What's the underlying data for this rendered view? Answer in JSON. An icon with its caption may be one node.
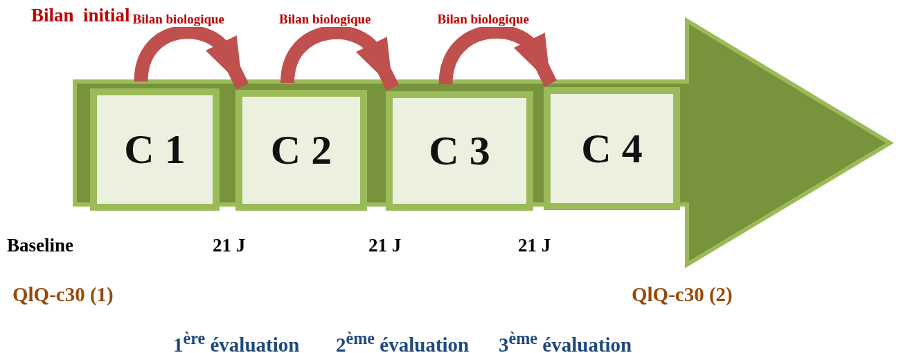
{
  "diagram": {
    "nodes": [
      {
        "text": [
          "C 1"
        ]
      },
      {
        "text": [
          "C 2"
        ]
      },
      {
        "text": [
          "C 3"
        ]
      },
      {
        "text": [
          "C 4"
        ]
      }
    ],
    "edges": [
      {
        "from": 0,
        "to": 1,
        "arrow": "to",
        "label": "Bilan biologique"
      },
      {
        "from": 1,
        "to": 2,
        "arrow": "to",
        "label": "Bilan biologique"
      },
      {
        "from": 2,
        "to": 3,
        "arrow": "to",
        "label": "Bilan biologique"
      }
    ],
    "labels": [
      "Bilan  initial",
      "Baseline",
      "21 J",
      "21 J",
      "21 J",
      "QlQ-c30 (1)",
      "QlQ-c30 (2)",
      "1$^{ère}$ évaluation",
      "2$^{ème}$ évaluation",
      "3$^{ème}$ évaluation"
    ]
  }
}
